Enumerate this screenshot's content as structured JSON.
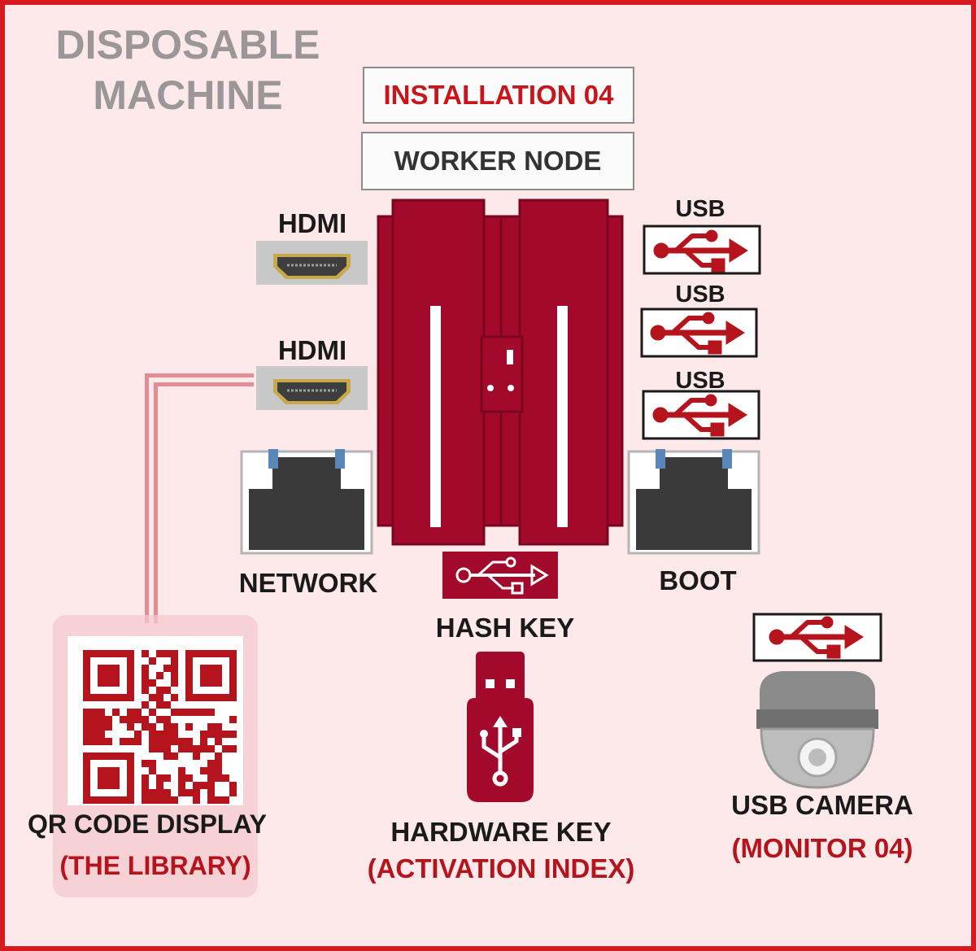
{
  "title": {
    "line1": "DISPOSABLE",
    "line2": "MACHINE"
  },
  "header": {
    "installation": "INSTALLATION 04",
    "node": "WORKER NODE"
  },
  "ports": {
    "hdmi_top": "HDMI",
    "hdmi_bottom": "HDMI",
    "usb_1": "USB",
    "usb_2": "USB",
    "usb_3": "USB",
    "network": "NETWORK",
    "boot": "BOOT",
    "hash_key": "HASH KEY"
  },
  "devices": {
    "qr": {
      "label": "QR CODE DISPLAY",
      "sub": "(THE LIBRARY)"
    },
    "hardware_key": {
      "label": "HARDWARE KEY",
      "sub": "(ACTIVATION INDEX)"
    },
    "camera": {
      "label": "USB CAMERA",
      "sub": "(MONITOR 04)"
    }
  },
  "colors": {
    "frame": "#d61a1f",
    "background": "#fde9ea",
    "machine": "#a3092b",
    "usb_symbol": "#b5141c",
    "accent_text": "#b5141c",
    "title_text": "#9b9698"
  },
  "icons": [
    "hdmi-port-icon",
    "usb-symbol-icon",
    "ethernet-port-icon",
    "usb-drive-icon",
    "dome-camera-icon",
    "qr-code-icon"
  ]
}
